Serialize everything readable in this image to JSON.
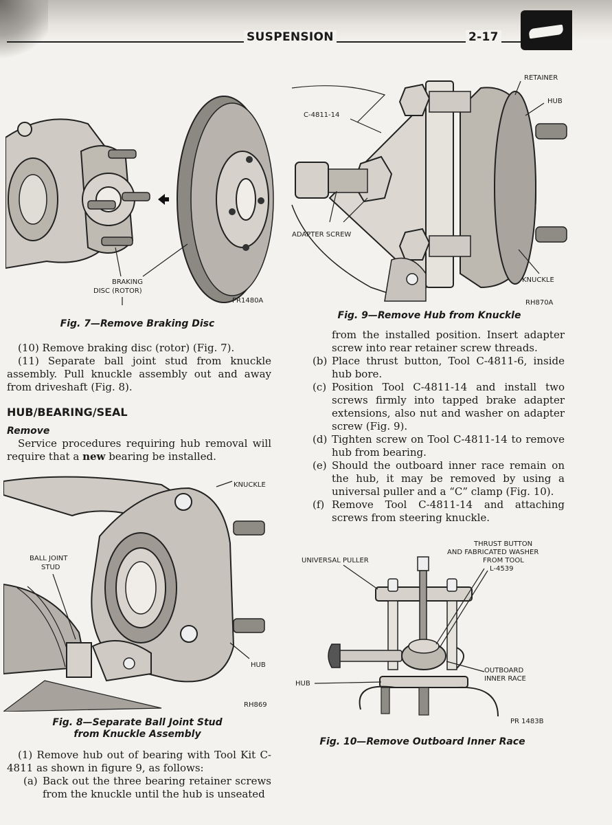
{
  "header": {
    "section": "SUSPENSION",
    "page_number": "2-17"
  },
  "fig7": {
    "caption": "Fig. 7—Remove Braking Disc",
    "label_braking_line1": "BRAKING",
    "label_braking_line2": "DISC (ROTOR)",
    "code": "PR1480A"
  },
  "fig8": {
    "caption_line1": "Fig. 8—Separate Ball Joint Stud",
    "caption_line2": "from Knuckle Assembly",
    "label_knuckle": "KNUCKLE",
    "label_ball_joint_line1": "BALL JOINT",
    "label_ball_joint_line2": "STUD",
    "label_hub": "HUB",
    "code": "RH869"
  },
  "fig9": {
    "caption": "Fig. 9—Remove Hub from Knuckle",
    "label_retainer": "RETAINER",
    "label_hub": "HUB",
    "label_tool": "C-4811-14",
    "label_adapter_screw": "ADAPTER SCREW",
    "label_knuckle": "KNUCKLE",
    "code": "RH870A"
  },
  "fig10": {
    "caption": "Fig. 10—Remove Outboard Inner Race",
    "label_universal_puller": "UNIVERSAL PULLER",
    "label_thrust_line1": "THRUST BUTTON",
    "label_thrust_line2": "AND FABRICATED WASHER",
    "label_thrust_line3": "FROM TOOL",
    "label_thrust_line4": "L-4539",
    "label_outboard_line1": "OUTBOARD",
    "label_outboard_line2": "INNER RACE",
    "label_hub": "HUB",
    "code": "PR 1483B"
  },
  "left": {
    "step10": "(10) Remove braking disc (rotor) (Fig. 7).",
    "step11": "(11) Separate ball joint stud from knuckle assembly. Pull knuckle assembly out and away from driveshaft (Fig. 8).",
    "section_title": "HUB/BEARING/SEAL",
    "subsection_title": "Remove",
    "intro_before": "Service procedures requiring hub removal will require that a ",
    "intro_bold": "new",
    "intro_after": " bearing be installed.",
    "step1": "(1) Remove hub out of bearing with Tool Kit C-4811 as shown in figure 9, as follows:",
    "step_a_marker": "(a)",
    "step_a": "Back out the three bearing retainer screws from the knuckle until the hub is unseated"
  },
  "right": {
    "continued": "from the installed position. Insert adapter screw into rear retainer screw threads.",
    "items": [
      {
        "marker": "(b)",
        "text": "Place thrust button, Tool C-4811-6, inside hub bore."
      },
      {
        "marker": "(c)",
        "text": "Position Tool C-4811-14 and install two screws firmly into tapped brake adapter extensions, also nut and washer on adapter screw (Fig. 9)."
      },
      {
        "marker": "(d)",
        "text": "Tighten screw on Tool C-4811-14 to remove hub from bearing."
      },
      {
        "marker": "(e)",
        "text": "Should the outboard inner race remain on the hub, it may be removed by using a universal puller and a “C” clamp (Fig. 10)."
      },
      {
        "marker": "(f)",
        "text": "Remove Tool C-4811-14 and attaching screws from steering knuckle."
      }
    ]
  }
}
